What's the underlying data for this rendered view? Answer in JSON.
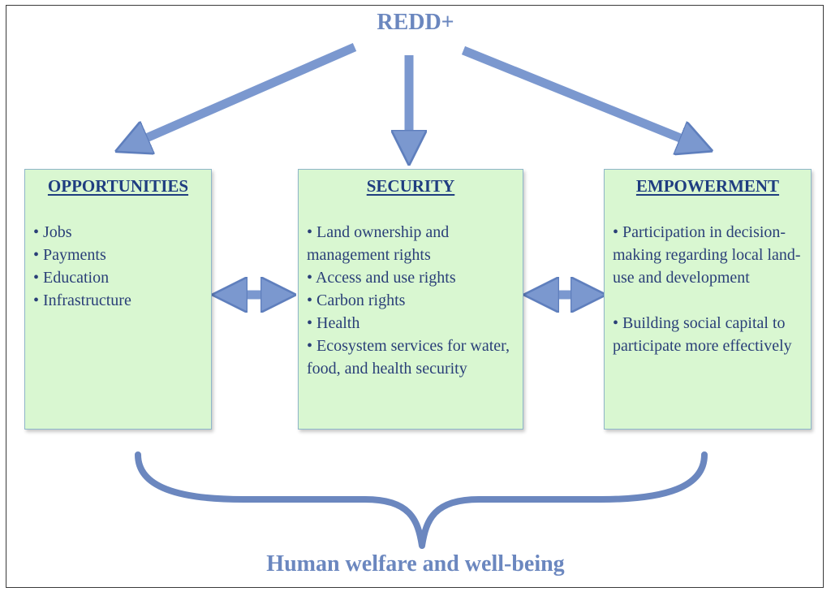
{
  "diagram": {
    "title": "REDD+",
    "footer": "Human welfare and well-being",
    "colors": {
      "accent": "#6b87bf",
      "box_fill": "#d9f7d1",
      "box_border": "#8fb7c9",
      "text": "#2a3f78",
      "heading": "#1f3d80"
    },
    "boxes": {
      "opportunities": {
        "heading": "OPPORTUNITIES",
        "items": [
          "• Jobs",
          "• Payments",
          "• Education",
          "• Infrastructure"
        ]
      },
      "security": {
        "heading": "SECURITY",
        "items": [
          "• Land ownership and management rights",
          "• Access and use rights",
          "• Carbon rights",
          "• Health",
          "• Ecosystem services for water, food, and health security"
        ]
      },
      "empowerment": {
        "heading": "EMPOWERMENT",
        "items": [
          "• Participation in decision-making regarding local land-use and development",
          "• Building social capital to participate more effectively"
        ]
      }
    }
  }
}
